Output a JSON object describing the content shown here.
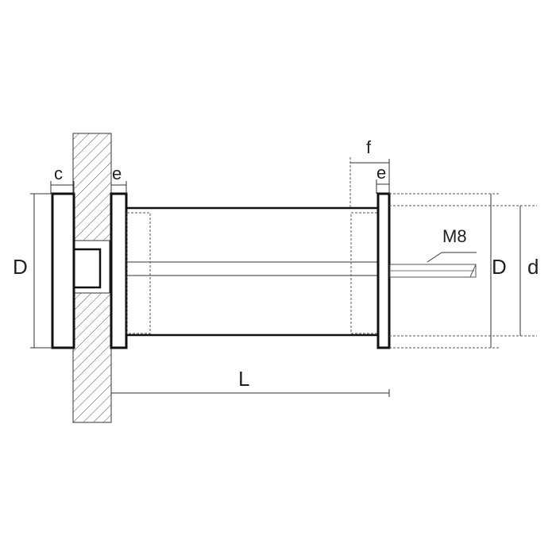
{
  "labels": {
    "c": "c",
    "e_left": "e",
    "D_left": "D",
    "L": "L",
    "f": "f",
    "e_right": "e",
    "M8": "M8",
    "D_right": "D",
    "d": "d"
  },
  "colors": {
    "line": "#111111",
    "hatch": "#555555",
    "background": "#ffffff"
  }
}
